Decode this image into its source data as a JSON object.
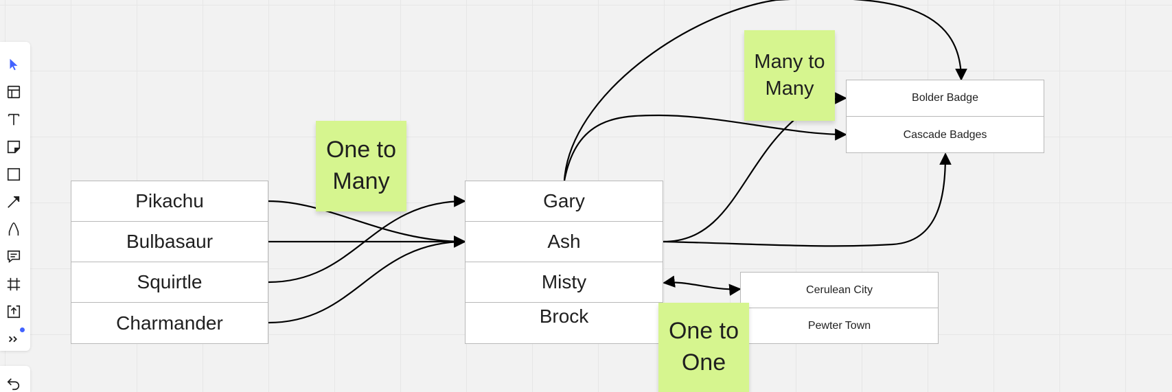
{
  "toolbar": {
    "tools": [
      {
        "name": "select-tool",
        "icon": "cursor-arrow-icon",
        "active": true
      },
      {
        "name": "templates-tool",
        "icon": "layout-icon"
      },
      {
        "name": "text-tool",
        "icon": "text-icon"
      },
      {
        "name": "sticky-note-tool",
        "icon": "sticky-note-icon"
      },
      {
        "name": "shape-tool",
        "icon": "square-icon"
      },
      {
        "name": "connection-line-tool",
        "icon": "arrow-line-icon"
      },
      {
        "name": "pen-tool",
        "icon": "pen-icon"
      },
      {
        "name": "comment-tool",
        "icon": "comment-icon"
      },
      {
        "name": "frame-tool",
        "icon": "frame-icon"
      },
      {
        "name": "upload-tool",
        "icon": "upload-icon"
      },
      {
        "name": "more-tools",
        "icon": "double-chevron-icon"
      }
    ],
    "undo_icon": "undo-icon",
    "accent_color": "#4262ff"
  },
  "tables": {
    "pokemon": [
      "Pikachu",
      "Bulbasaur",
      "Squirtle",
      "Charmander"
    ],
    "trainers": [
      "Gary",
      "Ash",
      "Misty",
      "Brock"
    ],
    "badges": [
      "Bolder Badge",
      "Cascade Badges"
    ],
    "cities": [
      "Cerulean City",
      "Pewter Town"
    ]
  },
  "stickies": {
    "one_to_many": "One to\nMany",
    "many_to_many": "Many to\nMany",
    "one_to_one": "One to\nOne",
    "color": "#d6f58f"
  }
}
